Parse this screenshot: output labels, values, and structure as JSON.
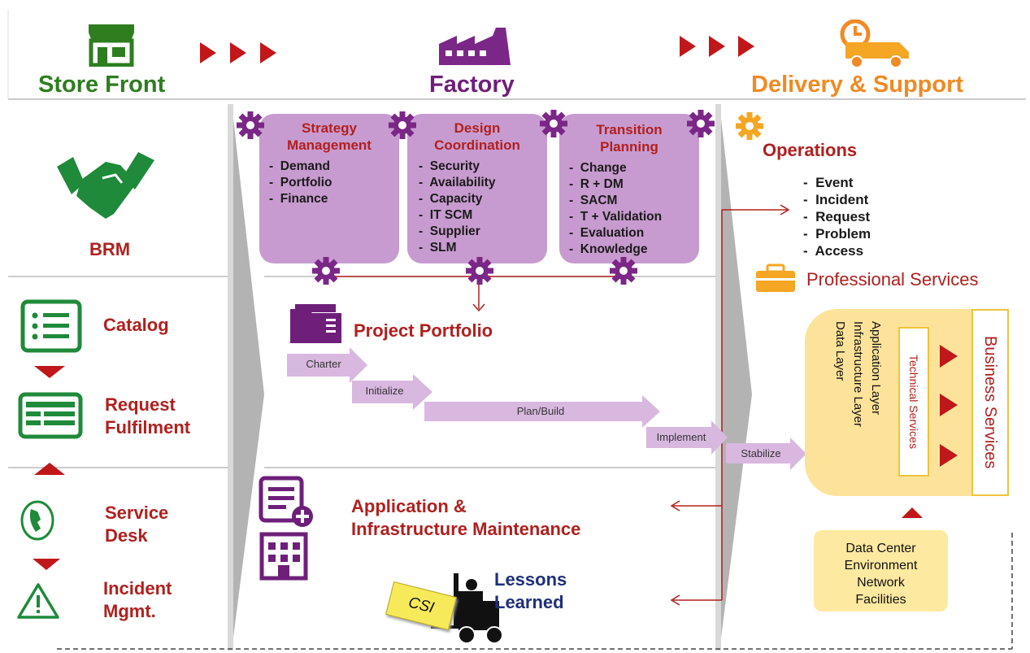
{
  "header": {
    "store_front": "Store Front",
    "factory": "Factory",
    "delivery": "Delivery & Support"
  },
  "left": {
    "brm": "BRM",
    "catalog": "Catalog",
    "request_l1": "Request",
    "request_l2": "Fulfilment",
    "service_l1": "Service",
    "service_l2": "Desk",
    "incident_l1": "Incident",
    "incident_l2": "Mgmt."
  },
  "boxes": {
    "strategy": {
      "t1": "Strategy",
      "t2": "Management",
      "items": [
        "Demand",
        "Portfolio",
        "Finance"
      ]
    },
    "design": {
      "t1": "Design",
      "t2": "Coordination",
      "items": [
        "Security",
        "Availability",
        "Capacity",
        "IT SCM",
        "Supplier",
        "SLM"
      ]
    },
    "transition": {
      "t1": "Transition",
      "t2": "Planning",
      "items": [
        "Change",
        "R + DM",
        "SACM",
        "T + Validation",
        "Evaluation",
        "Knowledge"
      ]
    }
  },
  "middle": {
    "project_portfolio": "Project Portfolio",
    "charter": "Charter",
    "initialize": "Initialize",
    "plan_build": "Plan/Build",
    "implement": "Implement",
    "stabilize": "Stabilize",
    "aim_l1": "Application &",
    "aim_l2": "Infrastructure Maintenance",
    "lessons_l1": "Lessons",
    "lessons_l2": "Learned",
    "csi": "CSI"
  },
  "right": {
    "operations": "Operations",
    "ops_items": [
      "Event",
      "Incident",
      "Request",
      "Problem",
      "Access"
    ],
    "professional": "Professional Services",
    "layers": [
      "Application Layer",
      "Infrastructure Layer",
      "Data Layer"
    ],
    "technical": "Technical Services",
    "business": "Business Services",
    "dc": [
      "Data Center",
      "Environment",
      "Network",
      "Facilities"
    ]
  },
  "colors": {
    "red": "#b0201e",
    "green": "#2e7d1f",
    "purple": "#6e1f7a",
    "orange": "#f08a24",
    "box": "#c89bd0",
    "yellow": "#fde39a"
  }
}
